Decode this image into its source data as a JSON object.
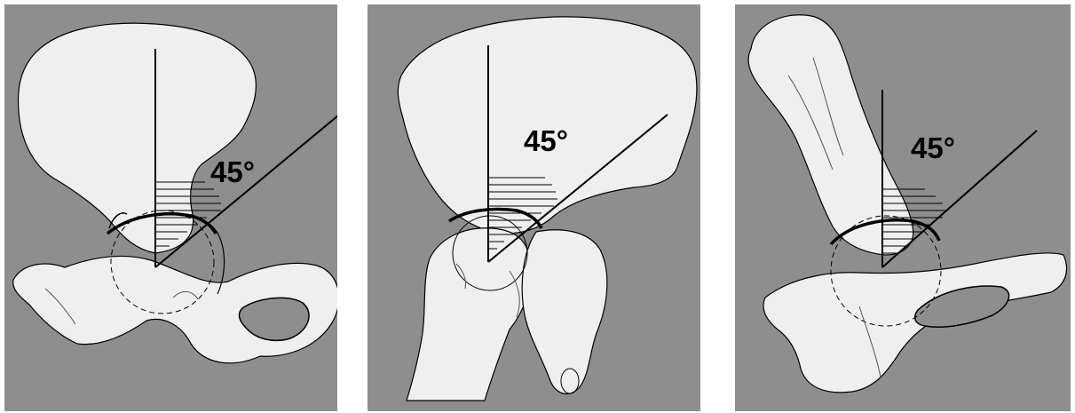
{
  "colors": {
    "background": "#8e8e8e",
    "bone": "#efefef",
    "line": "#000000",
    "sketch": "#555555"
  },
  "panels": [
    {
      "id": "panel-1",
      "angle_label": "45°",
      "icon": "pelvis-anteroposterior-view"
    },
    {
      "id": "panel-2",
      "angle_label": "45°",
      "icon": "pelvis-lateral-view"
    },
    {
      "id": "panel-3",
      "angle_label": "45°",
      "icon": "pelvis-oblique-view"
    }
  ]
}
